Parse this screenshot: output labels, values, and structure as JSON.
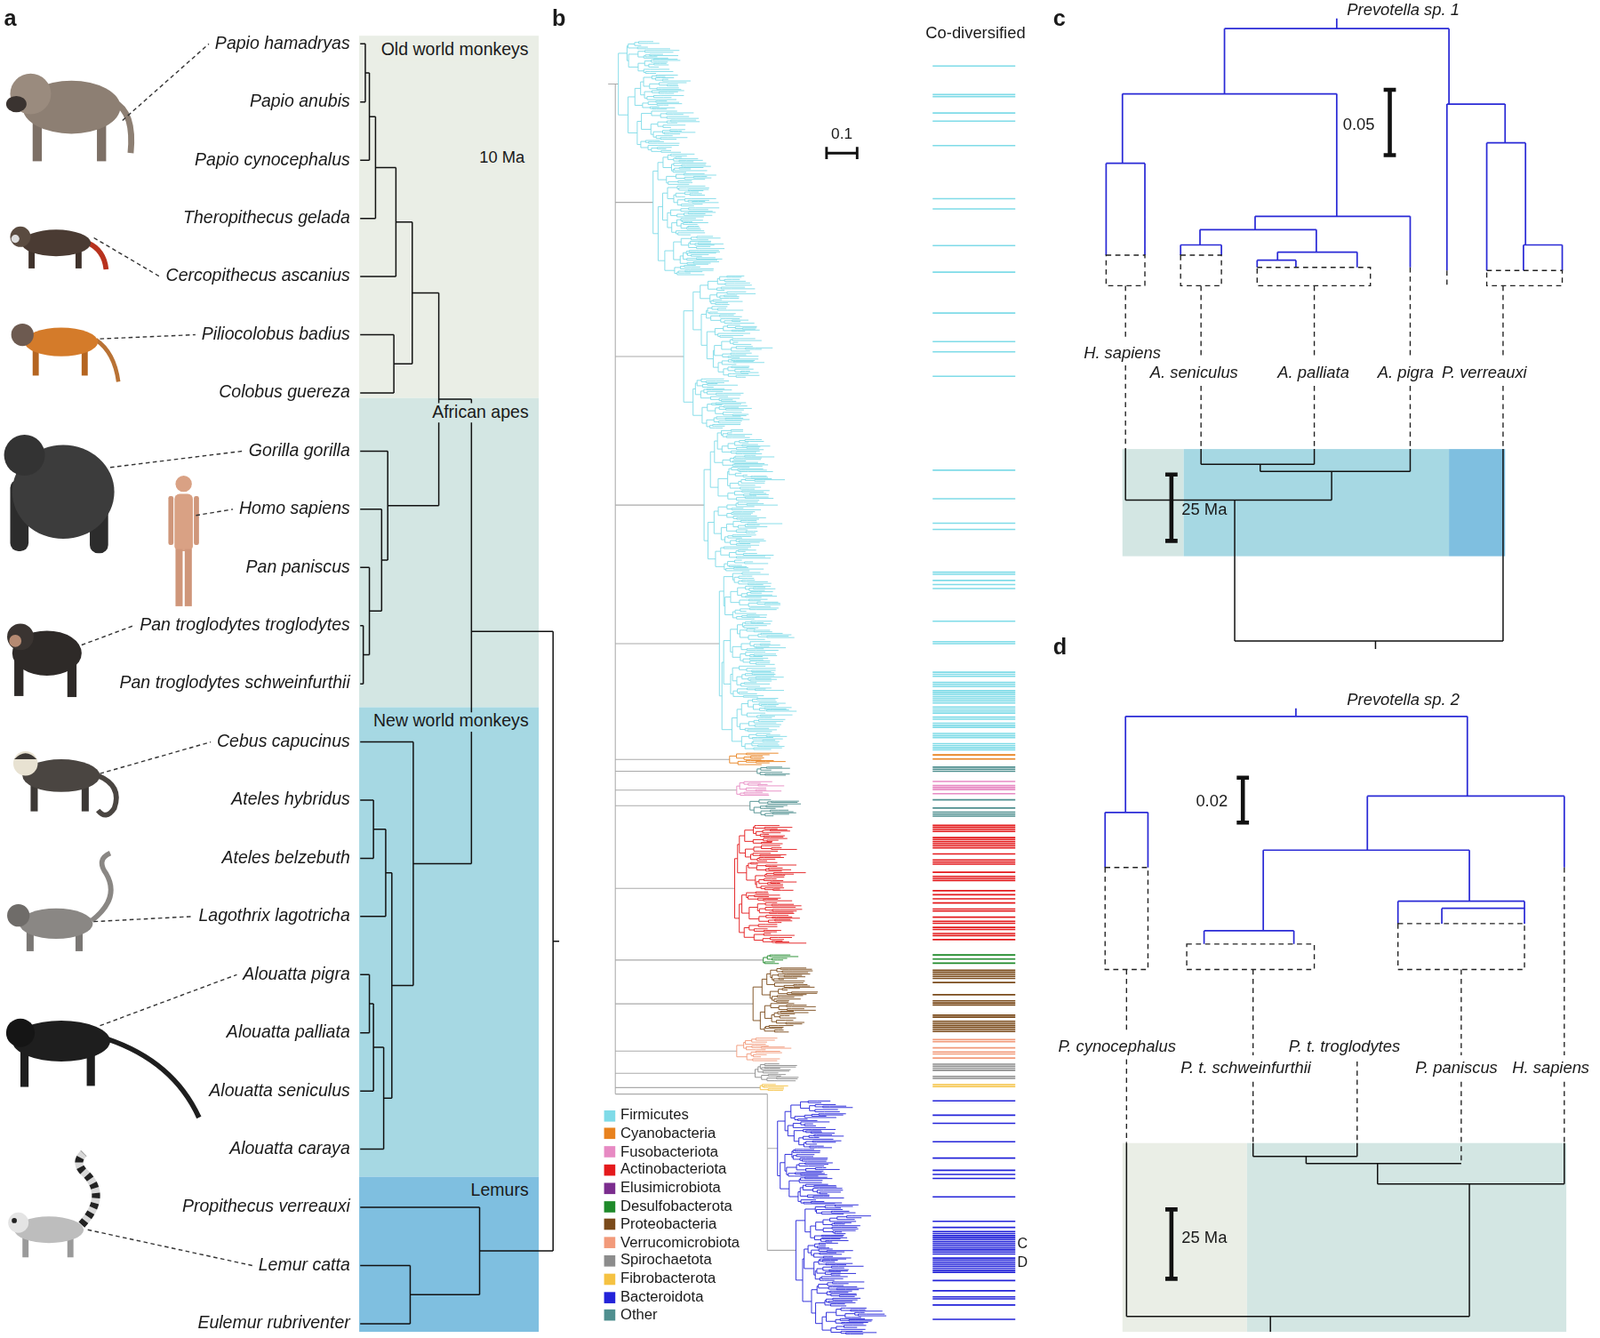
{
  "diagram": {
    "nodes": [
      {
        "text": [
          "Old world monkeys"
        ]
      },
      {
        "text": [
          "African apes"
        ]
      },
      {
        "text": [
          "New world monkeys"
        ]
      },
      {
        "text": [
          "Lemurs"
        ]
      }
    ],
    "labels": [
      "a",
      "Papio hamadryas",
      "Papio anubis",
      "Papio cynocephalus",
      "Theropithecus gelada",
      "Cercopithecus ascanius",
      "Piliocolobus badius",
      "Colobus guereza",
      "Gorilla gorilla",
      "Homo sapiens",
      "Pan paniscus",
      "Pan troglodytes troglodytes",
      "Pan troglodytes schweinfurthii",
      "Cebus capucinus",
      "Ateles hybridus",
      "Ateles belzebuth",
      "Lagothrix lagotricha",
      "Alouatta pigra",
      "Alouatta palliata",
      "Alouatta seniculus",
      "Alouatta caraya",
      "Propithecus verreauxi",
      "Lemur catta",
      "Eulemur rubriventer",
      "10 Ma",
      "b",
      "Co-diversified",
      "0.1",
      "C",
      "D",
      "c",
      "Prevotella sp. 1",
      "0.05",
      "H. sapiens",
      "A. seniculus",
      "A. palliata",
      "A. pigra",
      "P. verreauxi",
      "25 Ma",
      "d",
      "Prevotella sp. 2",
      "0.02",
      "P. cynocephalus",
      "P. t. schweinfurthii",
      "P. t. troglodytes",
      "P. paniscus",
      "H. sapiens",
      "25 Ma"
    ],
    "legend": [
      {
        "text": "Firmicutes",
        "color": "#7fdbe8"
      },
      {
        "text": "Cyanobacteria",
        "color": "#e8821e"
      },
      {
        "text": "Fusobacteriota",
        "color": "#e78ac3"
      },
      {
        "text": "Actinobacteriota",
        "color": "#e41a1c"
      },
      {
        "text": "Elusimicrobiota",
        "color": "#7b2d8e"
      },
      {
        "text": "Desulfobacterota",
        "color": "#1f8a2a"
      },
      {
        "text": "Proteobacteria",
        "color": "#7a4a1a"
      },
      {
        "text": "Verrucomicrobiota",
        "color": "#f29a7a"
      },
      {
        "text": "Spirochaetota",
        "color": "#8c8c8c"
      },
      {
        "text": "Fibrobacterota",
        "color": "#f5c242"
      },
      {
        "text": "Bacteroidota",
        "color": "#2323d9"
      },
      {
        "text": "Other",
        "color": "#4f8f8f"
      }
    ]
  }
}
